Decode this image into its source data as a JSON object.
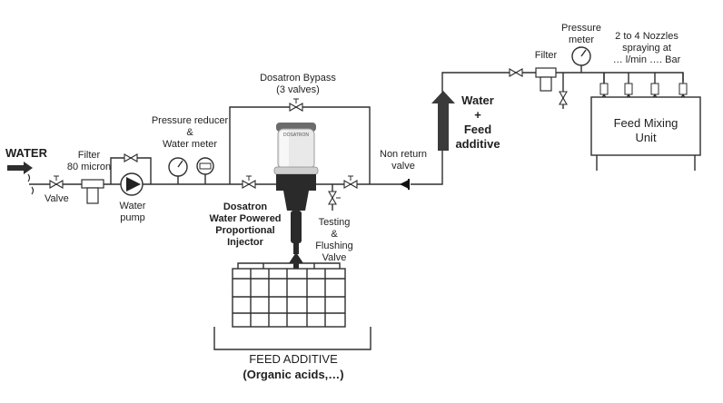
{
  "labels": {
    "water_in": "WATER",
    "valve": "Valve",
    "filter_micron": [
      "Filter",
      "80 micron"
    ],
    "water_pump": [
      "Water",
      "pump"
    ],
    "pressure_reducer": [
      "Pressure reducer",
      "&",
      "Water meter"
    ],
    "bypass": [
      "Dosatron Bypass",
      "(3 valves)"
    ],
    "injector": [
      "Dosatron",
      "Water Powered",
      "Proportional",
      "Injector"
    ],
    "testing_valve": [
      "Testing",
      "&",
      "Flushing",
      "Valve"
    ],
    "non_return": [
      "Non return",
      "valve"
    ],
    "water_feed": [
      "Water",
      "+",
      "Feed",
      "additive"
    ],
    "filter": "Filter",
    "pressure_meter": [
      "Pressure",
      "meter"
    ],
    "nozzles": [
      "2 to 4 Nozzles",
      "spraying  at",
      "… l/min …. Bar"
    ],
    "feed_mixing": [
      "Feed  Mixing",
      "Unit"
    ],
    "feed_additive": "FEED ADDITIVE",
    "feed_additive_sub": "(Organic acids,…)",
    "dosatron_brand": "DOSATRON"
  },
  "colors": {
    "line": "#2e2e2e",
    "arrow": "#3a3a3a",
    "injector_body": "#e9e9e9",
    "injector_dark": "#2a2a2a"
  }
}
